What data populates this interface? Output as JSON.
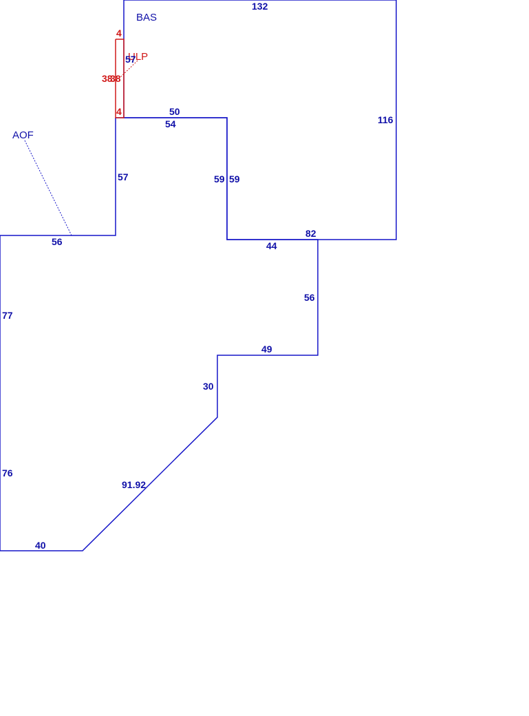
{
  "colors": {
    "main": "#1515c8",
    "main_text": "#1010a8",
    "porch": "#d01818",
    "background": "#ffffff"
  },
  "areas": {
    "bas": "BAS",
    "aof": "AOF",
    "ulp": "ULP"
  },
  "dimensions": {
    "bas_top": "132",
    "bas_right": "116",
    "bas_left": "57",
    "bas_inner_top": "50",
    "bas_step_bottom": "82",
    "inner_left_a": "59",
    "inner_left_b": "59",
    "aof_top_inner": "54",
    "aof_left_upper": "57",
    "aof_top_left": "56",
    "aof_top_mid": "44",
    "aof_right_upper": "56",
    "aof_step": "49",
    "aof_right_lower": "30",
    "aof_diagonal": "91.92",
    "aof_left_a": "77",
    "aof_left_b": "76",
    "aof_bottom": "40"
  },
  "porch_dimensions": {
    "top": "4",
    "bottom": "4",
    "left_a": "38",
    "left_b": "38"
  }
}
